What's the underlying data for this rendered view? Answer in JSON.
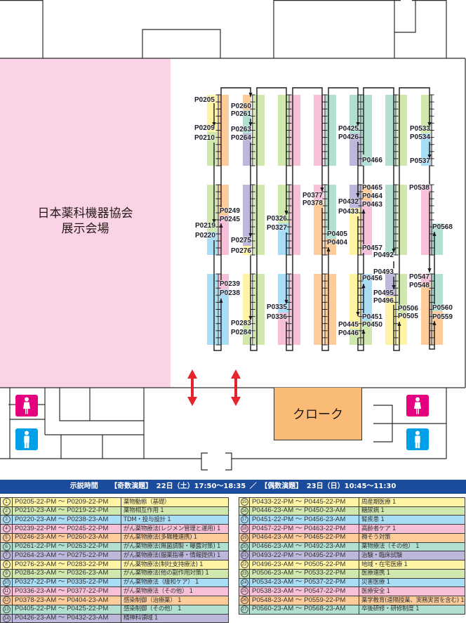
{
  "map": {
    "exhibit_area": {
      "line1": "日本薬科機器協会",
      "line2": "展示会場"
    },
    "cloakroom": "クローク",
    "icons": {
      "restroom_women": "restroom-women-icon",
      "restroom_men": "restroom-men-icon",
      "entrance_arrow": "double-headed-arrow-icon",
      "route_arrow": "route-arrow-icon"
    },
    "booth_labels": [
      "P0205",
      "P0209",
      "P0210",
      "P0260",
      "P0261",
      "P0263",
      "P0264",
      "P0425",
      "P0426",
      "P0466",
      "P0533",
      "P0534",
      "P0537",
      "P0249",
      "P0245",
      "P0219",
      "P0220",
      "P0275",
      "P0276",
      "P0326",
      "P0327",
      "P0377",
      "P0378",
      "P0405",
      "P0404",
      "P0432",
      "P0433",
      "P0465",
      "P0464",
      "P0463",
      "P0457",
      "P0492",
      "P0538",
      "P0568",
      "P0239",
      "P0238",
      "P0283",
      "P0284",
      "P0335",
      "P0336",
      "P0456",
      "P0451",
      "P0450",
      "P0445",
      "P0446",
      "P0493",
      "P0495",
      "P0496",
      "P0506",
      "P0505",
      "P0547",
      "P0548",
      "P0560",
      "P0559"
    ],
    "palette": {
      "yellow": "#fff4a3",
      "green": "#d0e7ad",
      "blue": "#a9dcf5",
      "pink": "#f8bfd8",
      "orange": "#fdcc9a",
      "teal": "#b1e0d3",
      "purple": "#bdb7dc"
    },
    "colors": {
      "exhibit_area": "#fad4e6",
      "cloakroom": "#f9bb76",
      "restroom_women": "#e4007f",
      "restroom_men": "#00a0e9",
      "entrance_arrow": "#e6222b",
      "header_band": "#1b4c9b"
    }
  },
  "schedule": {
    "header": {
      "label": "示説時間",
      "odd_label": "【奇数演題】",
      "odd_time": "22日（土）17:50～18:35",
      "separator": "／",
      "even_label": "【偶数演題】",
      "even_time": "23日（日）10:45～11:30"
    },
    "left_table": [
      {
        "no": "1",
        "range": "P0205-22-PM ～ P0209-22-PM",
        "category": "薬物動態（基礎）",
        "color": "#fff4a3"
      },
      {
        "no": "2",
        "range": "P0210-23-AM ～ P0219-22-PM",
        "category": "薬物相互作用 1",
        "color": "#d0e7ad"
      },
      {
        "no": "3",
        "range": "P0220-23-AM ～ P0238-23-AM",
        "category": "TDM・投与設計 1",
        "color": "#a9dcf5"
      },
      {
        "no": "4",
        "range": "P0239-22-PM ～ P0245-22-PM",
        "category": "がん薬物療法(レジメン管理と運用) 1",
        "color": "#f8bfd8"
      },
      {
        "no": "5",
        "range": "P0246-23-AM ～ P0260-23-AM",
        "category": "がん薬物療法(多職種連携) 1",
        "color": "#fdcc9a"
      },
      {
        "no": "6",
        "range": "P0261-22-PM ～ P0263-22-PM",
        "category": "がん薬物療法(無菌調製・曝露対策) 1",
        "color": "#b1e0d3"
      },
      {
        "no": "7",
        "range": "P0264-23-AM ～ P0275-22-PM",
        "category": "がん薬物療法(服薬指導・情報提供) 1",
        "color": "#bdb7dc"
      },
      {
        "no": "8",
        "range": "P0276-23-AM ～ P0283-22-PM",
        "category": "がん薬物療法(制吐支持療法) 1",
        "color": "#fff4a3"
      },
      {
        "no": "9",
        "range": "P0284-23-AM ～ P0326-23-AM",
        "category": "がん薬物療法(他の副作用対策) 1",
        "color": "#d0e7ad"
      },
      {
        "no": "10",
        "range": "P0327-22-PM ～ P0335-22-PM",
        "category": "がん薬物療法（緩和ケア） 1",
        "color": "#a9dcf5"
      },
      {
        "no": "11",
        "range": "P0336-23-AM ～ P0377-22-PM",
        "category": "がん薬物療法（その他） 1",
        "color": "#f8bfd8"
      },
      {
        "no": "12",
        "range": "P0378-23-AM ～ P0404-23-AM",
        "category": "感染制御（治療薬） 1",
        "color": "#fdcc9a"
      },
      {
        "no": "13",
        "range": "P0405-22-PM ～ P0425-22-PM",
        "category": "感染制御（その他） 1",
        "color": "#b1e0d3"
      },
      {
        "no": "14",
        "range": "P0426-23-AM ～ P0432-23-AM",
        "category": "精神科領域 1",
        "color": "#bdb7dc"
      }
    ],
    "right_table": [
      {
        "no": "15",
        "range": "P0433-22-PM ～ P0445-22-PM",
        "category": "周産期医療 1",
        "color": "#fff4a3"
      },
      {
        "no": "16",
        "range": "P0446-23-AM ～ P0450-23-AM",
        "category": "糖尿病 1",
        "color": "#d0e7ad"
      },
      {
        "no": "17",
        "range": "P0451-22-PM ～ P0456-23-AM",
        "category": "腎疾患 1",
        "color": "#a9dcf5"
      },
      {
        "no": "18",
        "range": "P0457-22-PM ～ P0463-22-PM",
        "category": "高齢者ケア 1",
        "color": "#f8bfd8"
      },
      {
        "no": "19",
        "range": "P0464-23-AM ～ P0465-22-PM",
        "category": "褥そう対策",
        "color": "#fdcc9a"
      },
      {
        "no": "20",
        "range": "P0466-23-AM ～ P0492-23-AM",
        "category": "薬物療法（その他） 1",
        "color": "#b1e0d3"
      },
      {
        "no": "21",
        "range": "P0493-22-PM ～ P0495-22-PM",
        "category": "治験・臨床試験",
        "color": "#bdb7dc"
      },
      {
        "no": "22",
        "range": "P0496-23-AM ～ P0505-22-PM",
        "category": "地域・在宅医療 1",
        "color": "#fff4a3"
      },
      {
        "no": "23",
        "range": "P0506-23-AM ～ P0533-22-PM",
        "category": "医療連携 1",
        "color": "#d0e7ad"
      },
      {
        "no": "24",
        "range": "P0534-23-AM ～ P0537-22-PM",
        "category": "災害医療 1",
        "color": "#a9dcf5"
      },
      {
        "no": "25",
        "range": "P0538-23-AM ～ P0547-22-PM",
        "category": "医療安全 1",
        "color": "#f8bfd8"
      },
      {
        "no": "26",
        "range": "P0548-23-AM ～ P0559-22-PM",
        "category": "薬学教育(遠隔授業、実務実習を含む) 1",
        "color": "#fdcc9a"
      },
      {
        "no": "27",
        "range": "P0560-23-AM ～ P0568-23-AM",
        "category": "卒後研修・研修制度 1",
        "color": "#b1e0d3"
      }
    ]
  }
}
